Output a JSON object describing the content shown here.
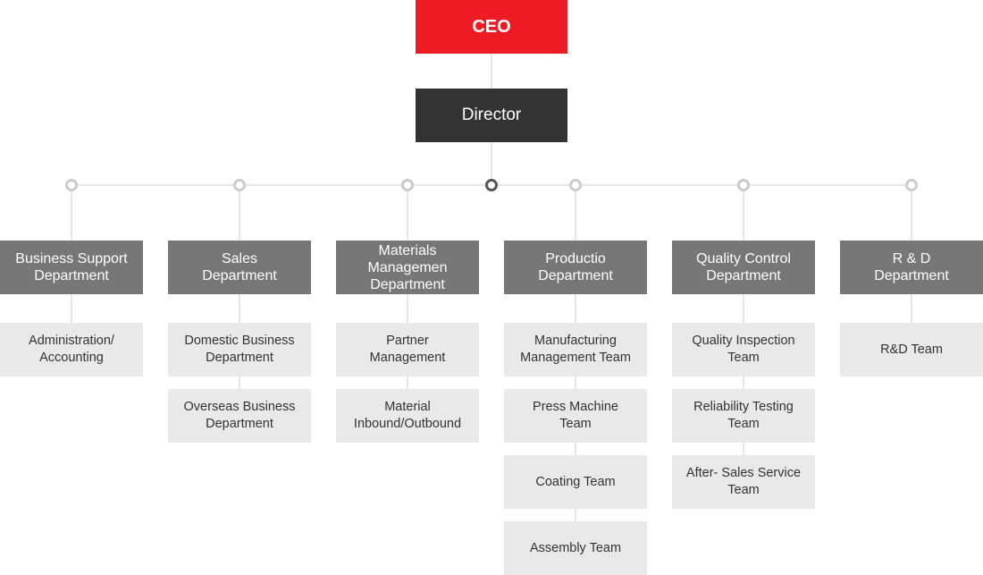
{
  "ceo": {
    "label": "CEO",
    "color": "#ed1c24"
  },
  "director": {
    "label": "Director",
    "color": "#333333"
  },
  "departments": [
    {
      "label": "Business Support\nDepartment",
      "teams": [
        "Administration/\nAccounting"
      ]
    },
    {
      "label": "Sales\nDepartment",
      "teams": [
        "Domestic Business\nDepartment",
        "Overseas Business\nDepartment"
      ]
    },
    {
      "label": "Materials Managemen\nDepartment",
      "teams": [
        "Partner\nManagement",
        "Material\nInbound/Outbound"
      ]
    },
    {
      "label": "Productio\nDepartment",
      "teams": [
        "Manufacturing\nManagement Team",
        "Press Machine\nTeam",
        "Coating Team",
        "Assembly Team"
      ]
    },
    {
      "label": "Quality Control\nDepartment",
      "teams": [
        "Quality Inspection\nTeam",
        "Reliability Testing\nTeam",
        "After- Sales Service\nTeam"
      ]
    },
    {
      "label": "R & D\nDepartment",
      "teams": [
        "R&D Team"
      ]
    }
  ],
  "colors": {
    "department": "#777777",
    "team": "#e9e9e9",
    "connector": "#cccccc",
    "center_node": "#555555"
  }
}
